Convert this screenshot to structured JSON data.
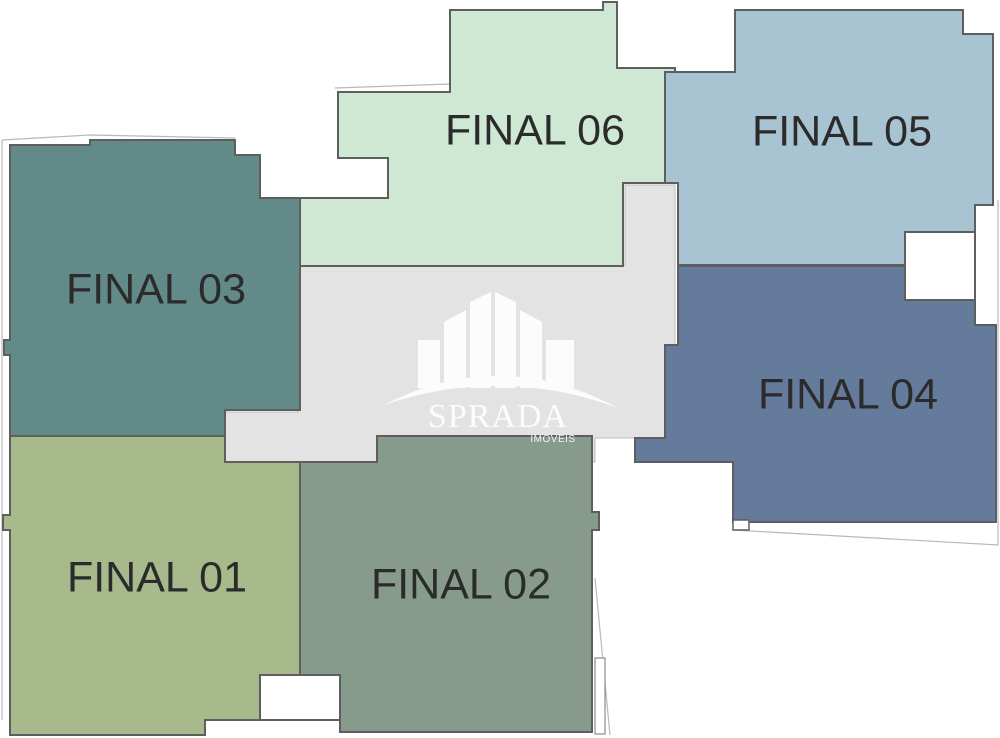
{
  "colors": {
    "background": "#ffffff",
    "common_area": "#e3e3e3",
    "outline": "#5e5e5e",
    "logo": "#ffffff"
  },
  "logo": {
    "name": "SPRADA",
    "subtitle": "IMOVEIS"
  },
  "units": [
    {
      "id": "01",
      "label": "FINAL 01",
      "color": "#a8ba8c"
    },
    {
      "id": "02",
      "label": "FINAL 02",
      "color": "#869b8c"
    },
    {
      "id": "03",
      "label": "FINAL 03",
      "color": "#628a88"
    },
    {
      "id": "04",
      "label": "FINAL 04",
      "color": "#657b9b"
    },
    {
      "id": "05",
      "label": "FINAL 05",
      "color": "#a8c4d2"
    },
    {
      "id": "06",
      "label": "FINAL 06",
      "color": "#cfe8d4"
    }
  ]
}
